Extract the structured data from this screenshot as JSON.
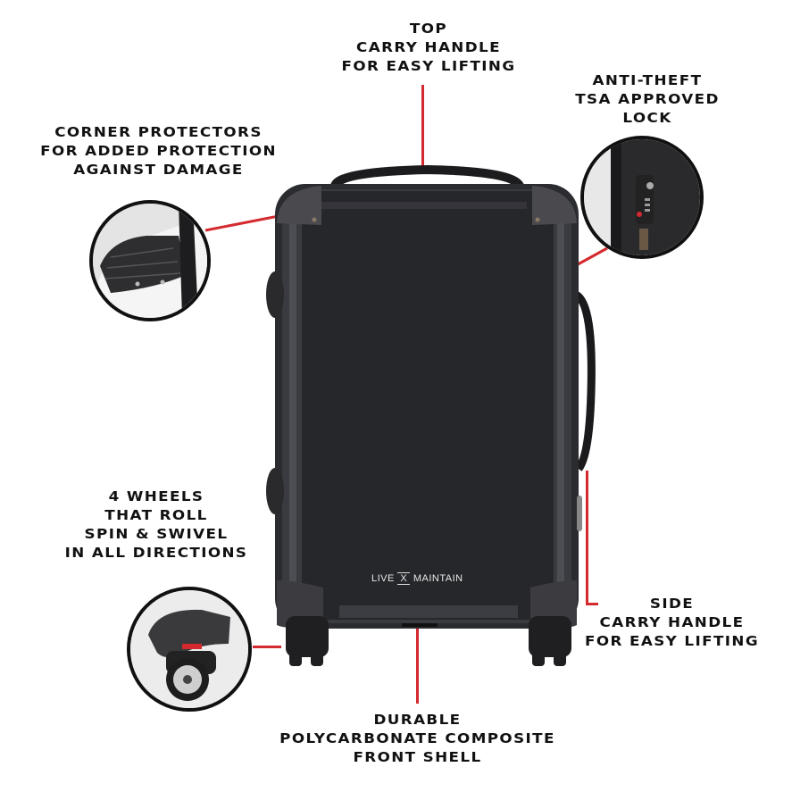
{
  "features": {
    "top_handle": {
      "lines": [
        "TOP",
        "CARRY HANDLE",
        "FOR EASY LIFTING"
      ]
    },
    "lock": {
      "lines": [
        "ANTI-THEFT",
        "TSA APPROVED",
        "LOCK"
      ]
    },
    "corners": {
      "lines": [
        "CORNER PROTECTORS",
        "FOR ADDED PROTECTION",
        "AGAINST DAMAGE"
      ]
    },
    "wheels": {
      "lines": [
        "4 WHEELS",
        "THAT ROLL",
        "SPIN & SWIVEL",
        "IN ALL DIRECTIONS"
      ]
    },
    "side_handle": {
      "lines": [
        "SIDE",
        "CARRY HANDLE",
        "FOR EASY LIFTING"
      ]
    },
    "shell": {
      "lines": [
        "DURABLE",
        "POLYCARBONATE COMPOSITE",
        "FRONT SHELL"
      ]
    }
  },
  "product": {
    "brand_left": "LIVE",
    "brand_mid": "X",
    "brand_right": "MAINTAIN",
    "shell_color": "#2b2c30",
    "accent_color": "#d42a2f"
  },
  "icons": [
    "corner-protector-detail",
    "tsa-lock-detail",
    "spinner-wheel-detail"
  ]
}
